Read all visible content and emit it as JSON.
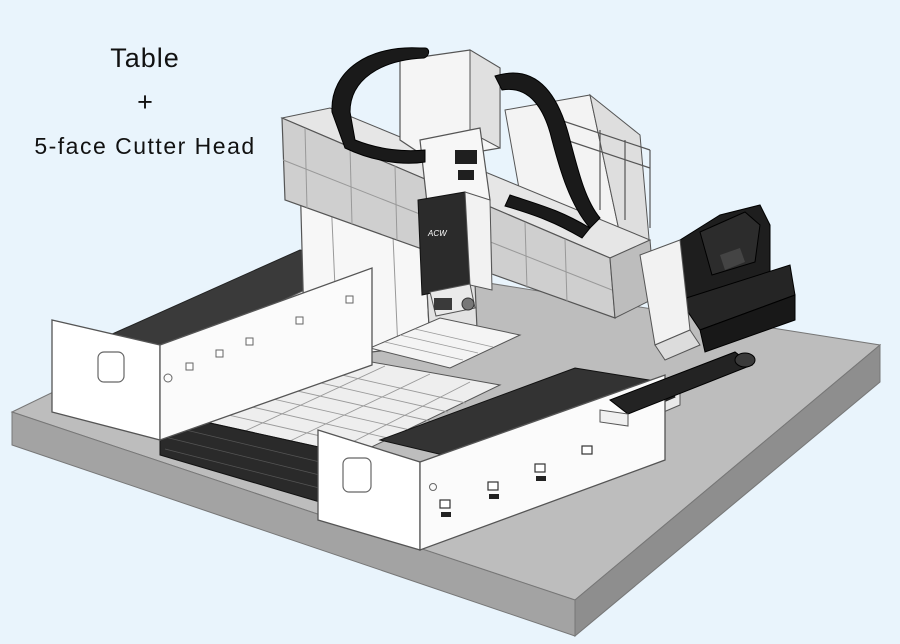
{
  "caption": {
    "line1": "Table",
    "line2": "+",
    "line3": "5-face Cutter Head"
  },
  "logo_text": "ACW",
  "colors": {
    "background": "#e9f4fc",
    "base_top": "#bdbdbd",
    "base_front": "#9a9a9a",
    "base_side": "#8a8a8a",
    "machine_white": "#ffffff",
    "crossbeam_gray": "#cfcfcf",
    "cable_black": "#1a1a1a",
    "outline": "#555555"
  },
  "icons": [
    "cable-carrier-icon",
    "spindle-head-icon",
    "tool-magazine-icon"
  ]
}
